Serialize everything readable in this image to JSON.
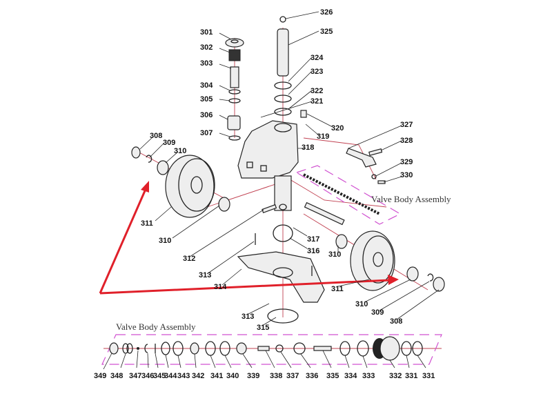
{
  "diagram": {
    "callouts": {
      "c326": "326",
      "c301": "301",
      "c325": "325",
      "c302": "302",
      "c324": "324",
      "c303": "303",
      "c323": "323",
      "c304": "304",
      "c322": "322",
      "c305": "305",
      "c321": "321",
      "c306": "306",
      "c320": "320",
      "c307": "307",
      "c308a": "308",
      "c309a": "309",
      "c319": "319",
      "c310a": "310",
      "c318": "318",
      "c327": "327",
      "c328": "328",
      "c329": "329",
      "c330": "330",
      "c311a": "311",
      "c310b": "310",
      "c317": "317",
      "c316": "316",
      "c310c": "310",
      "c312": "312",
      "c313a": "313",
      "c314": "314",
      "c311b": "311",
      "c310d": "310",
      "c309b": "309",
      "c308b": "308",
      "c313b": "313",
      "c315": "315"
    },
    "valve_label_inline": "Valve Body Assembly",
    "valve_assembly": {
      "title": "Valve Body Assembly",
      "callouts": [
        "349",
        "348",
        "347",
        "346",
        "345",
        "344",
        "343",
        "342",
        "341",
        "340",
        "339",
        "338",
        "337",
        "336",
        "335",
        "334",
        "333",
        "332",
        "331",
        "331"
      ]
    },
    "colors": {
      "arrow": "#e0202a",
      "axis": "#c04050",
      "dash": "#d050d0"
    }
  }
}
